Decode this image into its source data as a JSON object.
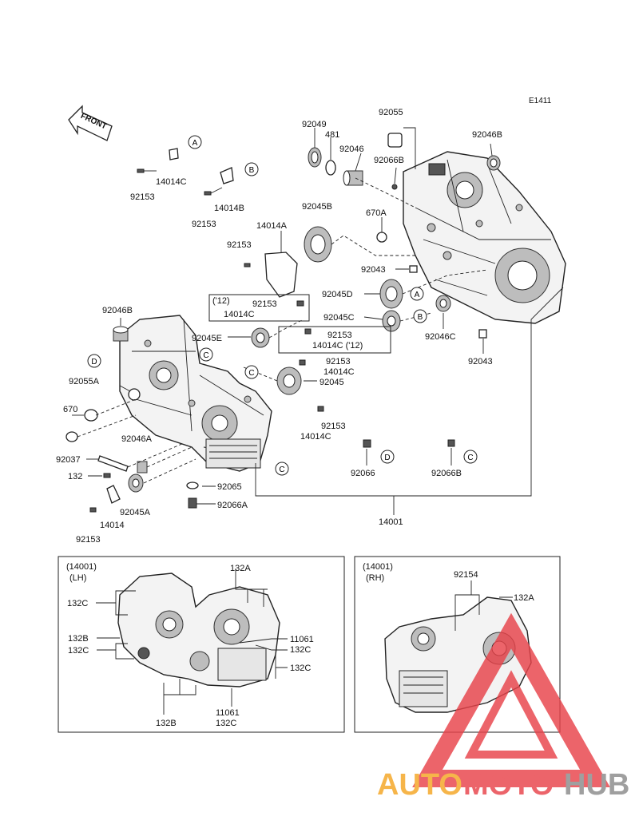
{
  "diagram_code": "E1411",
  "front_label": "FRONT",
  "watermark": {
    "part1": "AUTO",
    "part2": "MOTO",
    "part3": "HUB",
    "color_orange": "#f5a623",
    "color_red": "#e8434a",
    "color_gray": "#8a8a8a"
  },
  "ref_letters": [
    "A",
    "B",
    "C",
    "D"
  ],
  "labels": {
    "p92055": "92055",
    "p92049": "92049",
    "p481": "481",
    "p92046": "92046",
    "p92066B_top": "92066B",
    "p92046B_top": "92046B",
    "p14014C_a": "14014C",
    "p92153_a": "92153",
    "p14014B": "14014B",
    "p92153_b": "92153",
    "p14014A": "14014A",
    "p92045B": "92045B",
    "p670A": "670A",
    "p92153_c": "92153",
    "p92043_a": "92043",
    "p92045D": "92045D",
    "p92045C": "92045C",
    "p92046C": "92046C",
    "p92043_b": "92043",
    "p12_a": "('12)",
    "p92153_d": "92153",
    "p14014C_b": "14014C",
    "p92046B_left": "92046B",
    "p92045E": "92045E",
    "p92153_e": "92153",
    "p14014C_c": "14014C ('12)",
    "p92153_f": "92153",
    "p14014C_d": "14014C",
    "p92045": "92045",
    "p92055A": "92055A",
    "p670": "670",
    "p92153_g": "92153",
    "p14014C_e": "14014C",
    "p92046A": "92046A",
    "p92037": "92037",
    "p132": "132",
    "p92065": "92065",
    "p92066": "92066",
    "p92066B_bot": "92066B",
    "p92045A": "92045A",
    "p14014": "14014",
    "p92066A": "92066A",
    "p92153_h": "92153",
    "p14001": "14001"
  },
  "inset_lh": {
    "title": "(14001)",
    "side": "(LH)",
    "l132A": "132A",
    "l132C_1": "132C",
    "l132B_1": "132B",
    "l132C_2": "132C",
    "l11061_1": "11061",
    "l132C_3": "132C",
    "l132C_4": "132C",
    "l132B_2": "132B",
    "l11061_2": "11061",
    "l132C_5": "132C"
  },
  "inset_rh": {
    "title": "(14001)",
    "side": "(RH)",
    "l92154": "92154",
    "l132A": "132A"
  }
}
